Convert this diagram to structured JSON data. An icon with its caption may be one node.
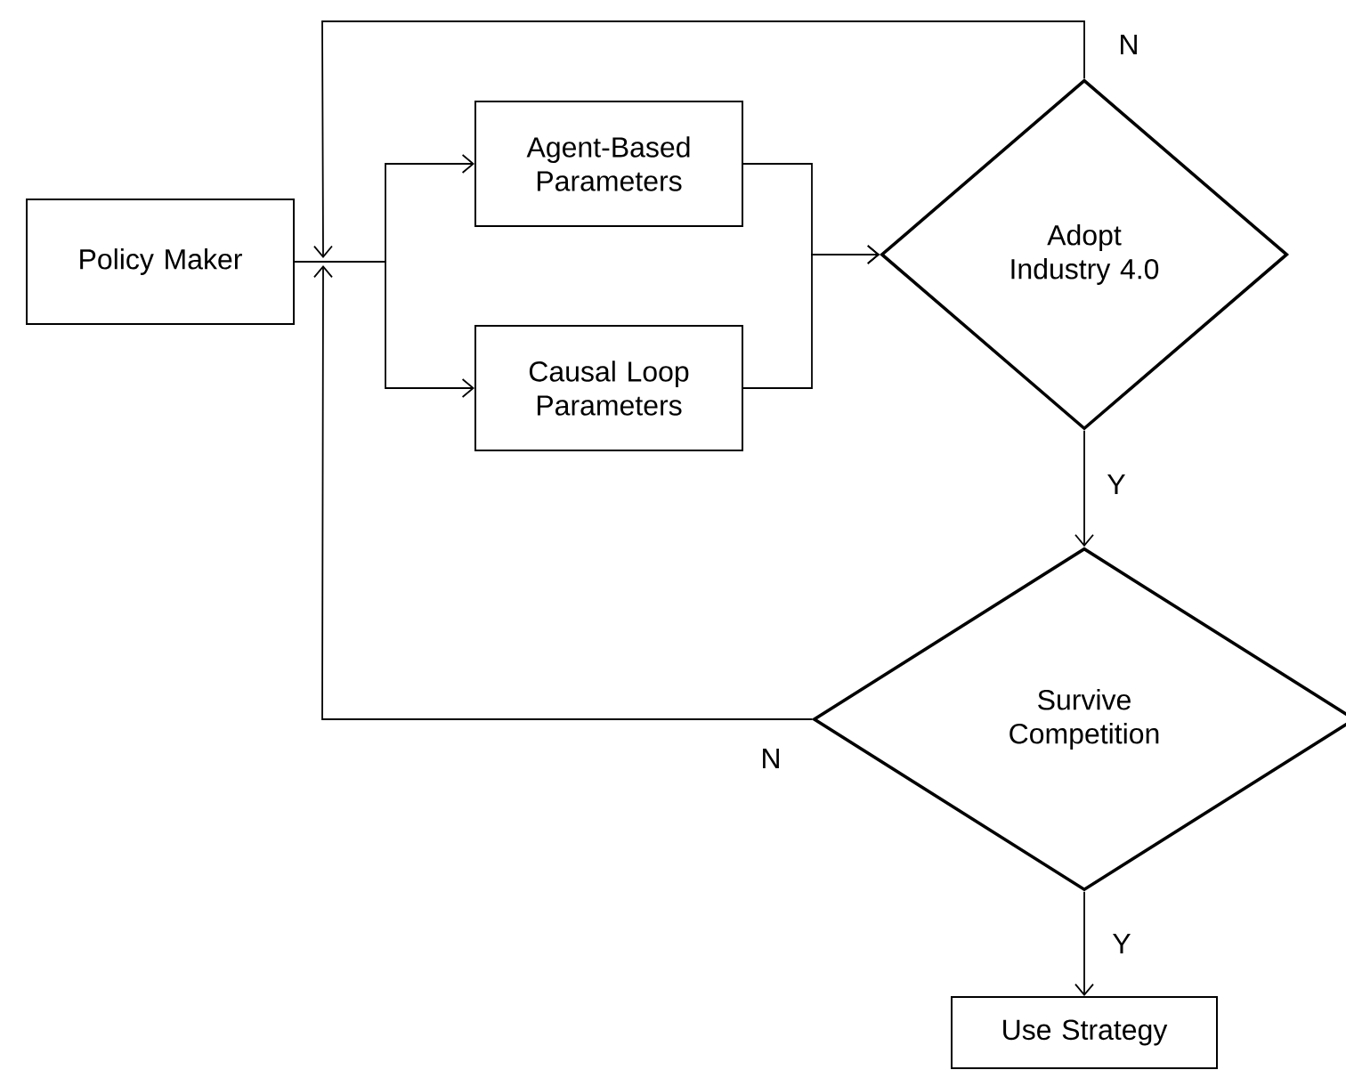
{
  "diagram": {
    "nodes": [
      {
        "text": [
          "Policy Maker"
        ]
      },
      {
        "text": [
          "Agent-Based Parameters"
        ]
      },
      {
        "text": [
          "Causal Loop Parameters"
        ]
      },
      {
        "text": [
          "Adopt Industry 4.0"
        ]
      },
      {
        "text": [
          "Survive Competition"
        ]
      },
      {
        "text": [
          "Use Strategy"
        ]
      }
    ],
    "edges": [
      {
        "from": 0,
        "to": 1,
        "arrow": "to"
      },
      {
        "from": 0,
        "to": 2,
        "arrow": "to"
      },
      {
        "from": 1,
        "to": 3,
        "arrow": "to"
      },
      {
        "from": 2,
        "to": 3,
        "arrow": "to"
      },
      {
        "from": 3,
        "to": 4,
        "arrow": "to",
        "label": "Y"
      },
      {
        "from": 4,
        "to": 5,
        "arrow": "to",
        "label": "Y"
      },
      {
        "from": 3,
        "to": 0,
        "arrow": "to",
        "label": "N"
      },
      {
        "from": 4,
        "to": 0,
        "arrow": "to",
        "label": "N"
      }
    ]
  }
}
